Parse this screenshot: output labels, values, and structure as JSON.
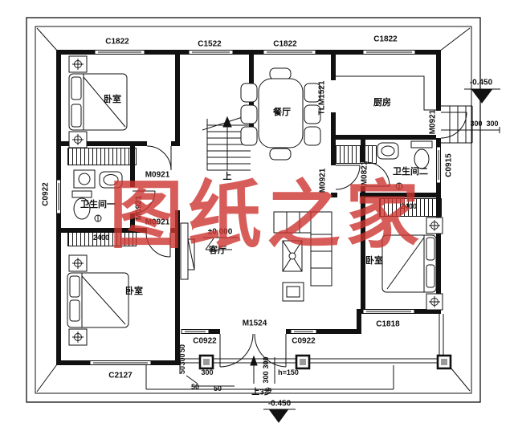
{
  "watermark": {
    "text": "图纸之家"
  },
  "colors": {
    "watermark_red": "#cd3530",
    "line": "#111111",
    "glass_gray": "#8a8a8a"
  },
  "rooms": {
    "bedroom": "卧室",
    "bath1": "卫生间一",
    "bath2": "卫生间二",
    "kitchen": "厨房",
    "dining": "餐厅",
    "living": "客厅",
    "stairs_up": "上",
    "steps_up3": "上3步"
  },
  "windows": {
    "c1822": "C1822",
    "c1522": "C1522",
    "c0922": "C0922",
    "c2127": "C2127",
    "c1818": "C1818",
    "c0915": "C0915"
  },
  "doors": {
    "m0921": "M0921",
    "m0821": "M0821",
    "m1524": "M1524",
    "tlm1521": "TLM1521"
  },
  "levels": {
    "zero": "±0.000",
    "minus450": "-0.450"
  },
  "dims": {
    "d50": "50",
    "d300": "300",
    "d2400": "2400",
    "h150": "h=150"
  }
}
